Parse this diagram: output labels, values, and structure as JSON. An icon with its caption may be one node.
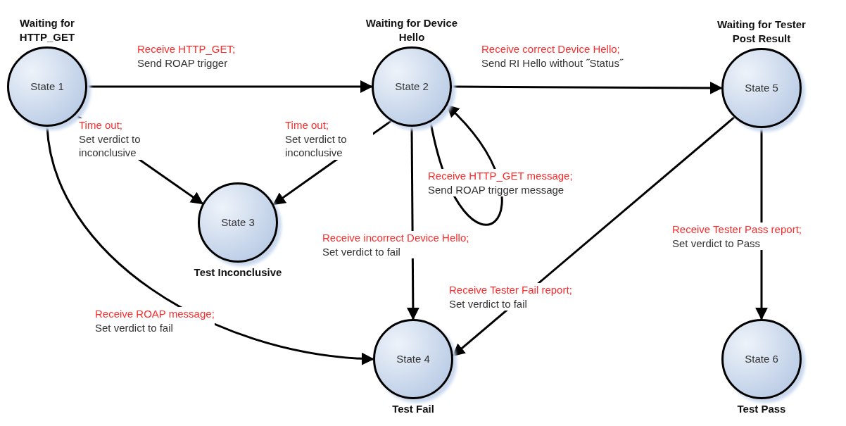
{
  "diagram": {
    "nodes": [
      {
        "text": [
          "Waiting for HTTP_GET",
          "State 1"
        ]
      },
      {
        "text": [
          "Waiting for Device Hello",
          "State 2"
        ]
      },
      {
        "text": [
          "Waiting for Tester Post Result",
          "State 5"
        ]
      },
      {
        "text": [
          "State 3",
          "Test Inconclusive"
        ]
      },
      {
        "text": [
          "State 4",
          "Test Fail"
        ]
      },
      {
        "text": [
          "State 6",
          "Test Pass"
        ]
      }
    ],
    "edges": [
      {
        "from": 0,
        "to": 1,
        "arrow": "to",
        "label": "Receive HTTP_GET; Send ROAP trigger"
      },
      {
        "from": 1,
        "to": 2,
        "arrow": "to",
        "label": "Receive correct Device Hello; Send RI Hello without ˝Status˝"
      },
      {
        "from": 0,
        "to": 3,
        "arrow": "to",
        "label": "Time out; Set verdict to inconclusive"
      },
      {
        "from": 1,
        "to": 3,
        "arrow": "to",
        "label": "Time out; Set verdict to inconclusive"
      },
      {
        "from": 1,
        "to": 4,
        "arrow": "to",
        "label": "Receive incorrect Device Hello; Set verdict to fail"
      },
      {
        "from": 1,
        "to": 1,
        "arrow": "to",
        "label": "Receive HTTP_GET message; Send ROAP trigger message"
      },
      {
        "from": 0,
        "to": 4,
        "arrow": "to",
        "label": "Receive ROAP message; Set verdict to fail"
      },
      {
        "from": 2,
        "to": 4,
        "arrow": "to",
        "label": "Receive Tester Fail report; Set verdict to fail"
      },
      {
        "from": 2,
        "to": 5,
        "arrow": "to",
        "label": "Receive Tester Pass report; Set verdict to Pass"
      }
    ]
  }
}
